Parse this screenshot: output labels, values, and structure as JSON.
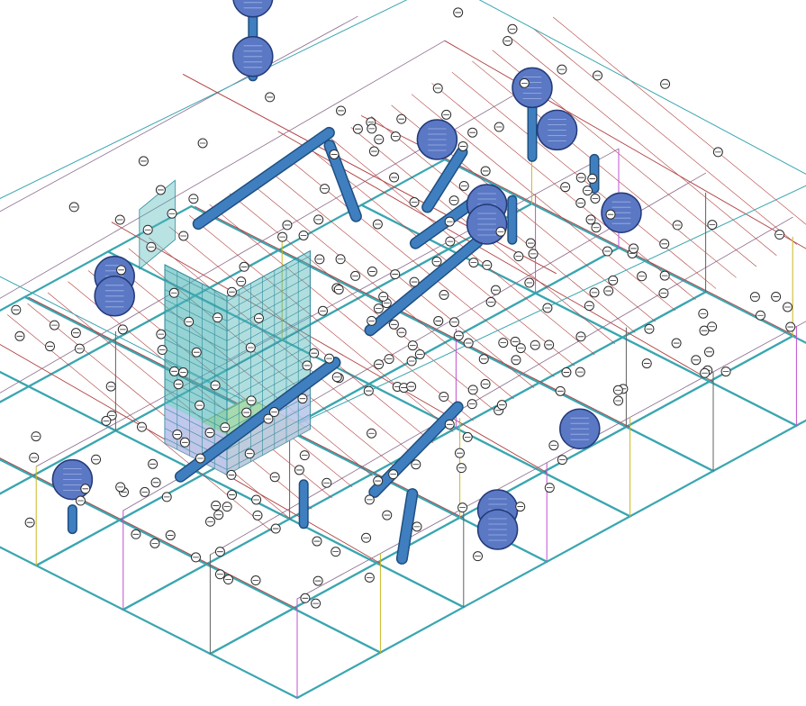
{
  "view": {
    "background": "#ffffff",
    "projection": "isometric"
  },
  "colors": {
    "floor_edge": "#3aa6b0",
    "grid_edge": "#2a8fa0",
    "roof_edge": "#b04040",
    "roof_edge_alt": "#8a6a8a",
    "pipe_fill": "#3f7fc0",
    "pipe_edge": "#1f4f80",
    "sphere_fill": "#5b78c4",
    "sphere_edge": "#233a78",
    "tower_fill": "#4fb6b8",
    "tower_grid": "#2f8a9a",
    "tower_base_fill": "#c9c6f2",
    "tower_base_yellow": "#eef7a8",
    "column_magenta": "#c050d0",
    "column_yellow": "#c8b820",
    "node_fill": "#ffffff",
    "node_edge": "#2a2a2a"
  },
  "legend": {
    "sphere": "sphere-marker",
    "pipe": "pipe-member",
    "node": "joint-node",
    "tower": "tower-block"
  }
}
